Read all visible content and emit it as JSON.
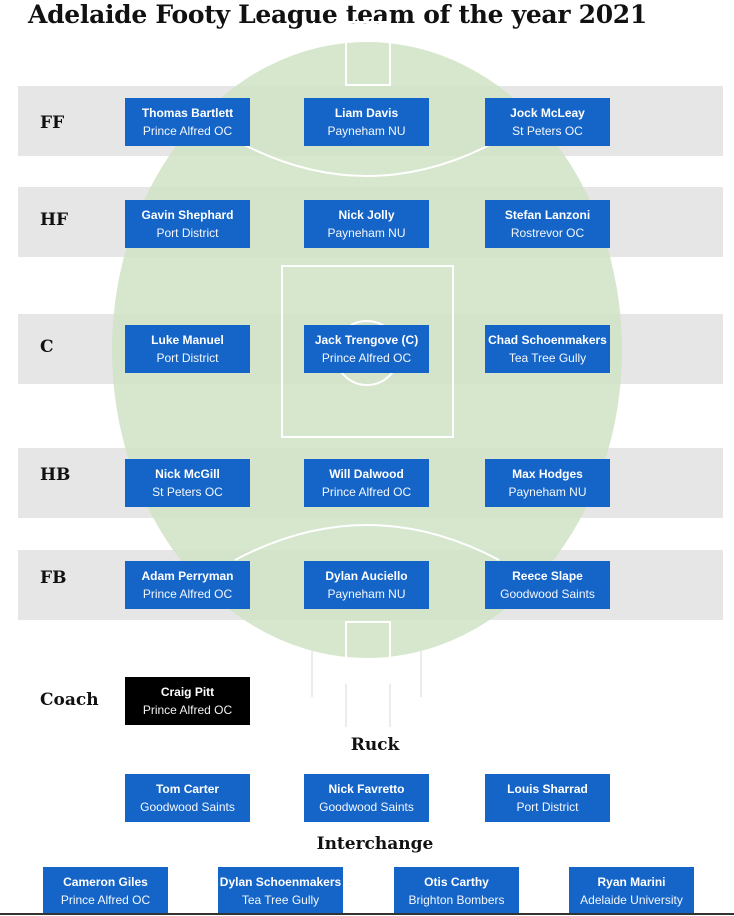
{
  "title": "Adelaide Footy League team of the year 2021",
  "colors": {
    "card": "#1565c8",
    "coach_card": "#000000",
    "field": "#cfe3c6",
    "band": "#e6e6e6"
  },
  "rows": [
    {
      "label": "FF",
      "players": [
        {
          "name": "Thomas Bartlett",
          "club": "Prince Alfred OC"
        },
        {
          "name": "Liam Davis",
          "club": "Payneham NU"
        },
        {
          "name": "Jock McLeay",
          "club": "St Peters OC"
        }
      ]
    },
    {
      "label": "HF",
      "players": [
        {
          "name": "Gavin Shephard",
          "club": "Port District"
        },
        {
          "name": "Nick Jolly",
          "club": "Payneham NU"
        },
        {
          "name": "Stefan Lanzoni",
          "club": "Rostrevor OC"
        }
      ]
    },
    {
      "label": "C",
      "players": [
        {
          "name": "Luke Manuel",
          "club": "Port District"
        },
        {
          "name": "Jack Trengove (C)",
          "club": "Prince Alfred OC"
        },
        {
          "name": "Chad Schoenmakers",
          "club": "Tea Tree Gully"
        }
      ]
    },
    {
      "label": "HB",
      "players": [
        {
          "name": "Nick McGill",
          "club": "St Peters OC"
        },
        {
          "name": "Will Dalwood",
          "club": "Prince Alfred OC"
        },
        {
          "name": "Max Hodges",
          "club": "Payneham NU"
        }
      ]
    },
    {
      "label": "FB",
      "players": [
        {
          "name": "Adam Perryman",
          "club": "Prince Alfred OC"
        },
        {
          "name": "Dylan Auciello",
          "club": "Payneham NU"
        },
        {
          "name": "Reece Slape",
          "club": "Goodwood Saints"
        }
      ]
    }
  ],
  "coach": {
    "label": "Coach",
    "name": "Craig Pitt",
    "club": "Prince Alfred OC"
  },
  "ruck": {
    "heading": "Ruck",
    "players": [
      {
        "name": "Tom Carter",
        "club": "Goodwood Saints"
      },
      {
        "name": "Nick Favretto",
        "club": "Goodwood Saints"
      },
      {
        "name": "Louis Sharrad",
        "club": "Port District"
      }
    ]
  },
  "interchange": {
    "heading": "Interchange",
    "players": [
      {
        "name": "Cameron Giles",
        "club": "Prince Alfred OC"
      },
      {
        "name": "Dylan Schoenmakers",
        "club": "Tea Tree Gully"
      },
      {
        "name": "Otis Carthy",
        "club": "Brighton Bombers"
      },
      {
        "name": "Ryan Marini",
        "club": "Adelaide University"
      }
    ]
  }
}
